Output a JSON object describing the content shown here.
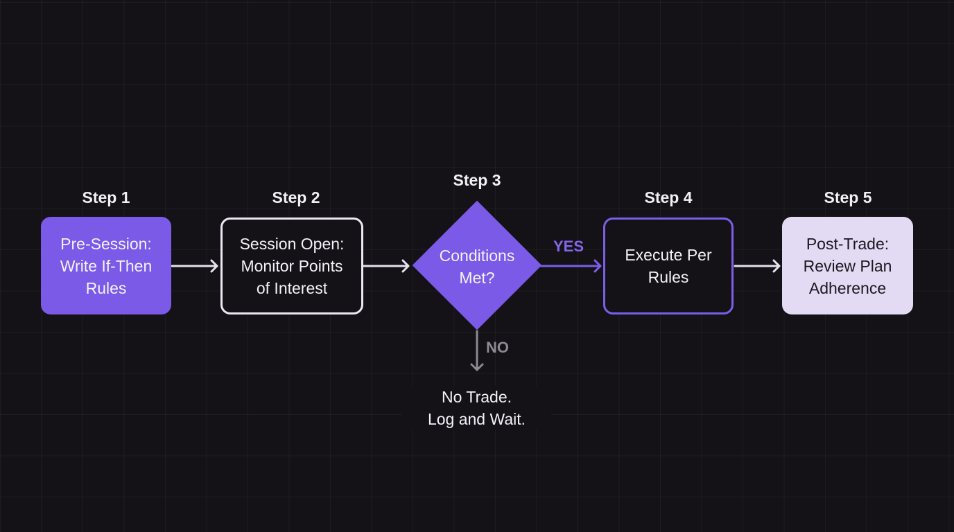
{
  "steps": [
    {
      "label": "Step 1",
      "text": "Pre-Session:\nWrite If-Then\nRules"
    },
    {
      "label": "Step 2",
      "text": "Session Open:\nMonitor Points\nof Interest"
    },
    {
      "label": "Step 3",
      "text": "Conditions\nMet?"
    },
    {
      "label": "Step 4",
      "text": "Execute Per\nRules"
    },
    {
      "label": "Step 5",
      "text": "Post-Trade:\nReview Plan\nAdherence"
    }
  ],
  "branches": {
    "yes": "YES",
    "no": "NO"
  },
  "outcome_no": "No Trade.\nLog and Wait.",
  "colors": {
    "accent": "#7a5ae6",
    "border_light": "#ece8f3",
    "final_fill": "#e3dbf3",
    "no_branch": "#8c8993",
    "background": "#141217"
  }
}
